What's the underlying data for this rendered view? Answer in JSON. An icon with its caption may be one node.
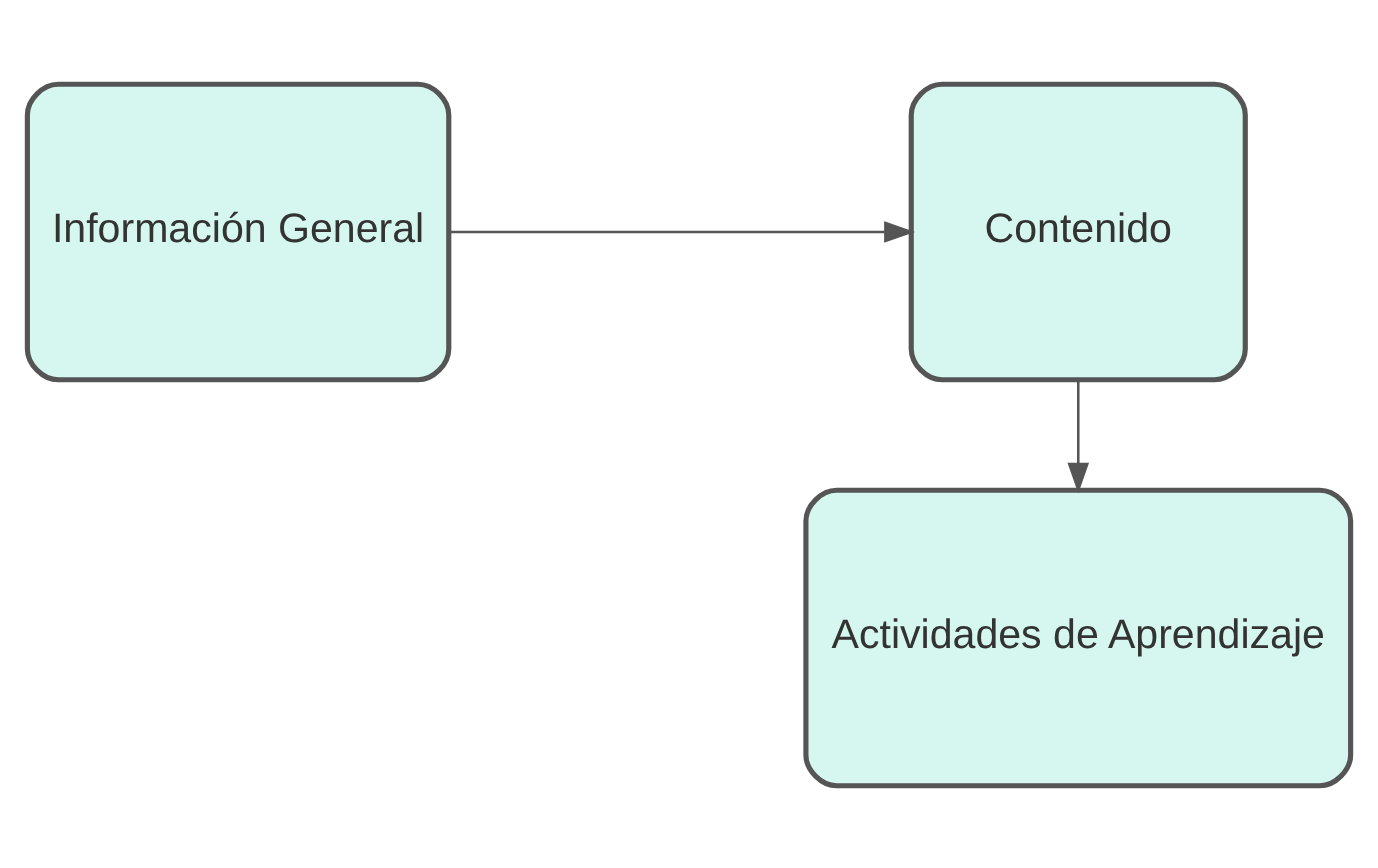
{
  "diagram": {
    "nodes": [
      {
        "text": [
          "Información General"
        ]
      },
      {
        "text": [
          "Contenido"
        ]
      },
      {
        "text": [
          "Actividades de Aprendizaje"
        ]
      }
    ],
    "edges": [
      {
        "from": 0,
        "to": 1,
        "arrow": "to"
      },
      {
        "from": 1,
        "to": 2,
        "arrow": "to"
      }
    ]
  }
}
